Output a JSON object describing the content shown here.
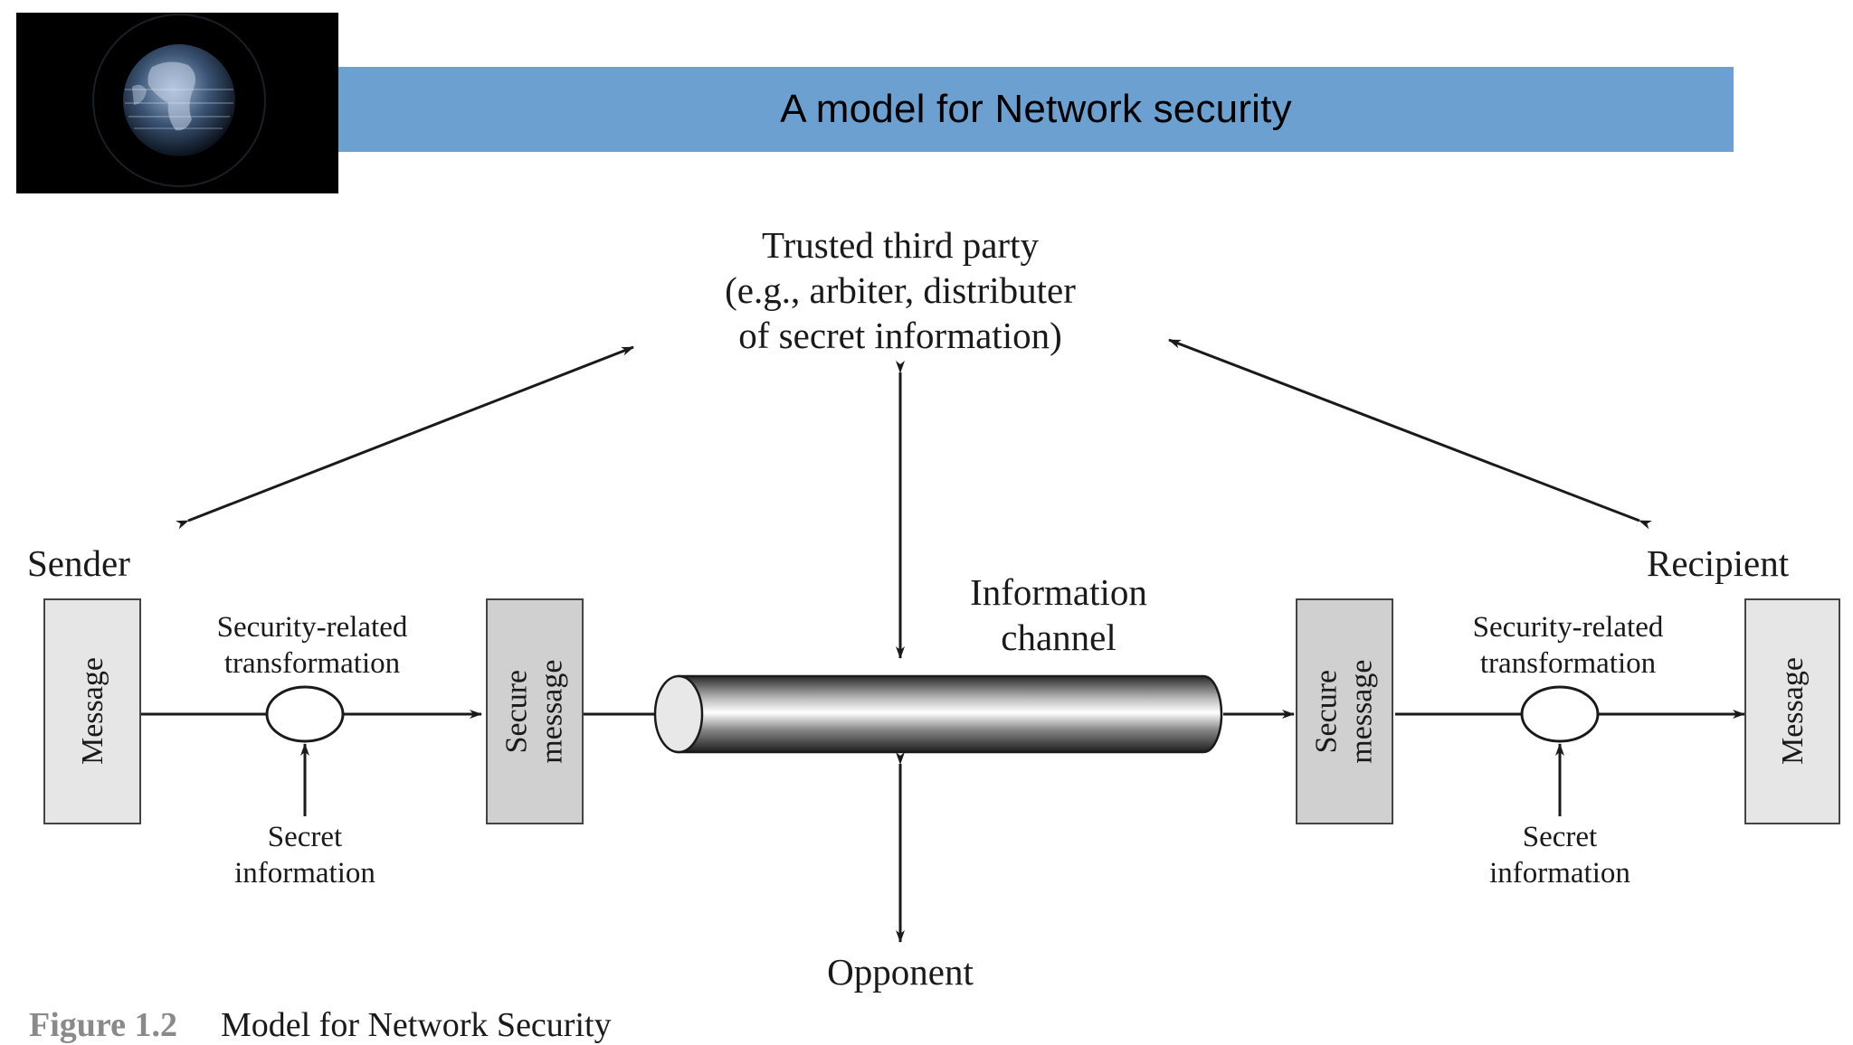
{
  "header": {
    "title": "A model for Network security"
  },
  "logo": {
    "icon": "globe-icon"
  },
  "diagram": {
    "trusted_third_party": {
      "line1": "Trusted third party",
      "line2": "(e.g., arbiter, distributer",
      "line3": "of secret information)"
    },
    "sender": "Sender",
    "recipient": "Recipient",
    "information_channel": {
      "line1": "Information",
      "line2": "channel"
    },
    "opponent": "Opponent",
    "sender_side": {
      "message": "Message",
      "transformation": {
        "line1": "Security-related",
        "line2": "transformation"
      },
      "secret": {
        "line1": "Secret",
        "line2": "information"
      },
      "secure_message": {
        "line1": "Secure",
        "line2": "message"
      }
    },
    "recipient_side": {
      "secure_message": {
        "line1": "Secure",
        "line2": "message"
      },
      "transformation": {
        "line1": "Security-related",
        "line2": "transformation"
      },
      "secret": {
        "line1": "Secret",
        "line2": "information"
      },
      "message": "Message"
    }
  },
  "caption": {
    "figure": "Figure 1.2",
    "text": "Model for Network Security"
  },
  "colors": {
    "title_bar": "#6ca0d0",
    "logo_bg": "#000000",
    "box_light": "#e6e6e6",
    "box_dark": "#d0d0d0"
  }
}
